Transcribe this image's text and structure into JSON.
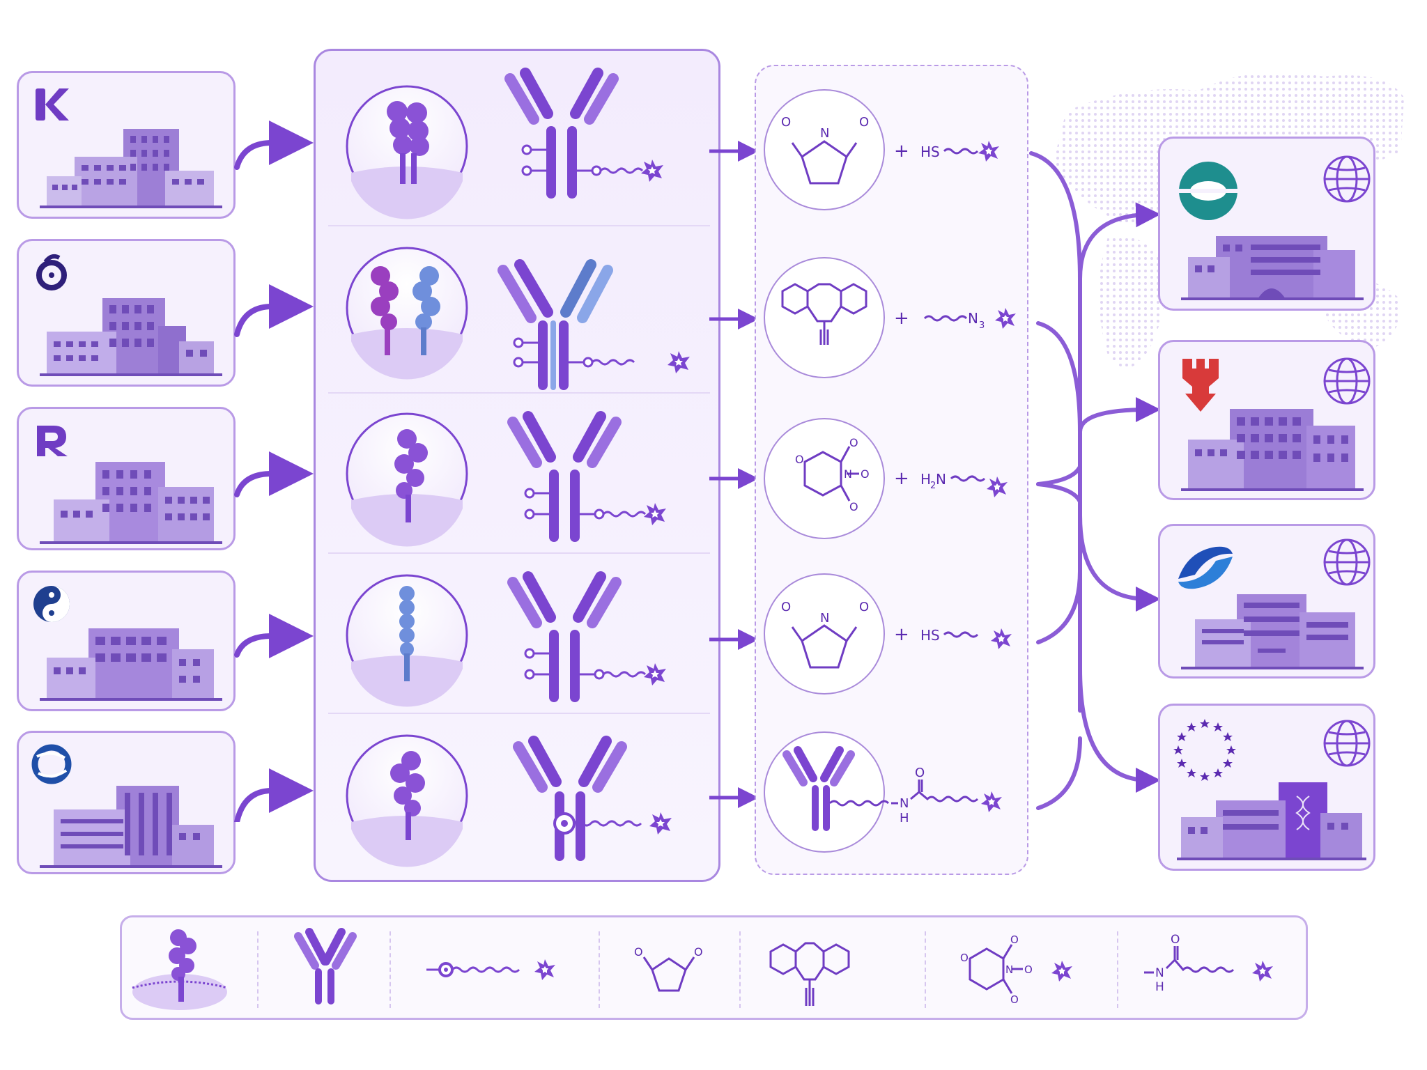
{
  "colors": {
    "accent": "#6f3cc3",
    "accent_light": "#b99ae6",
    "panel_bg": "#f6f1fd",
    "blue_protein": "#6f8fdc",
    "teal_logo": "#1e8e8e",
    "red_logo": "#d83a3a",
    "navy_logo": "#1f3f8f"
  },
  "chemistry": {
    "row1": {
      "reagent": "HS"
    },
    "row2": {
      "reagent": "N",
      "sub": "3"
    },
    "row3": {
      "reagent": "H",
      "sub": "2",
      "reagent2": "N",
      "ring_n": "N",
      "ring_o": "O",
      "o1": "O",
      "o2": "O",
      "o3": "O"
    },
    "row4": {
      "reagent": "HS"
    },
    "row5": {
      "amide_n": "N",
      "amide_h": "H",
      "amide_o": "O"
    }
  },
  "plus_sign": "+",
  "maleimide": {
    "o_left": "O",
    "o_right": "O",
    "n": "N"
  },
  "legend": {
    "nhs": {
      "ring_n": "N",
      "ring_o": "O",
      "o1": "O",
      "o2": "O",
      "o3": "O"
    },
    "amide": {
      "n": "N",
      "h": "H",
      "o": "O"
    },
    "maleimide": {
      "o_left": "O",
      "o_right": "O"
    }
  },
  "icons": [
    "building-icon",
    "cell-receptor-icon",
    "antibody-icon",
    "maleimide-icon",
    "dbco-icon",
    "nhs-ester-icon",
    "amide-linker-icon",
    "globe-icon",
    "payload-star-icon"
  ]
}
